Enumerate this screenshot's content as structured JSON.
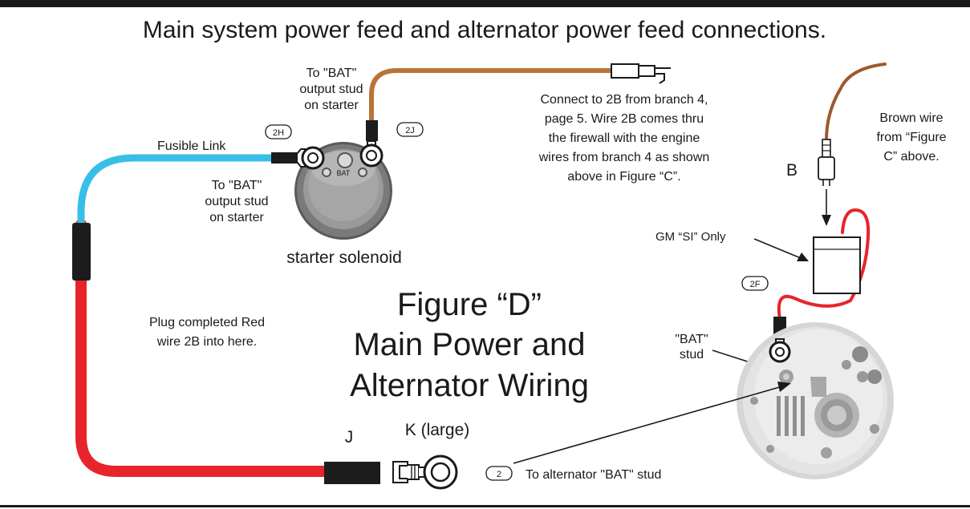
{
  "title": "Main system power feed and alternator power feed connections.",
  "figure": {
    "line1": "Figure “D”",
    "line2": "Main Power and",
    "line3": "Alternator Wiring"
  },
  "labels": {
    "to_bat_top": [
      "To \"BAT\"",
      "output stud",
      "on starter"
    ],
    "to_bat_side": [
      "To \"BAT\"",
      "output stud",
      "on starter"
    ],
    "fusible_link": "Fusible Link",
    "solenoid_bat": "BAT",
    "starter_solenoid": "starter solenoid",
    "connect_note": [
      "Connect to 2B from branch 4,",
      "page 5. Wire 2B comes thru",
      "the firewall with the engine",
      "wires from branch 4 as shown",
      "above in Figure “C”."
    ],
    "brown_wire": [
      "Brown wire",
      "from “Figure",
      "C” above."
    ],
    "b_label": "B",
    "gm_si": "GM “SI” Only",
    "bat_stud": [
      "\"BAT\"",
      "stud"
    ],
    "plug_note": [
      "Plug completed Red",
      "wire 2B into here."
    ],
    "j_label": "J",
    "k_label": "K (large)",
    "to_alt": "To alternator \"BAT\" stud"
  },
  "tags": {
    "t2h": "2H",
    "t2j": "2J",
    "t2f": "2F",
    "t2": "2"
  },
  "colors": {
    "red_wire": "#e8242b",
    "blue_wire": "#38bfe8",
    "brown_wire": "#b9743a",
    "dark_brown_wire": "#9c5a2e",
    "heat_shrink": "#1c1c1c",
    "solenoid_gray": "#8c8c8c"
  }
}
